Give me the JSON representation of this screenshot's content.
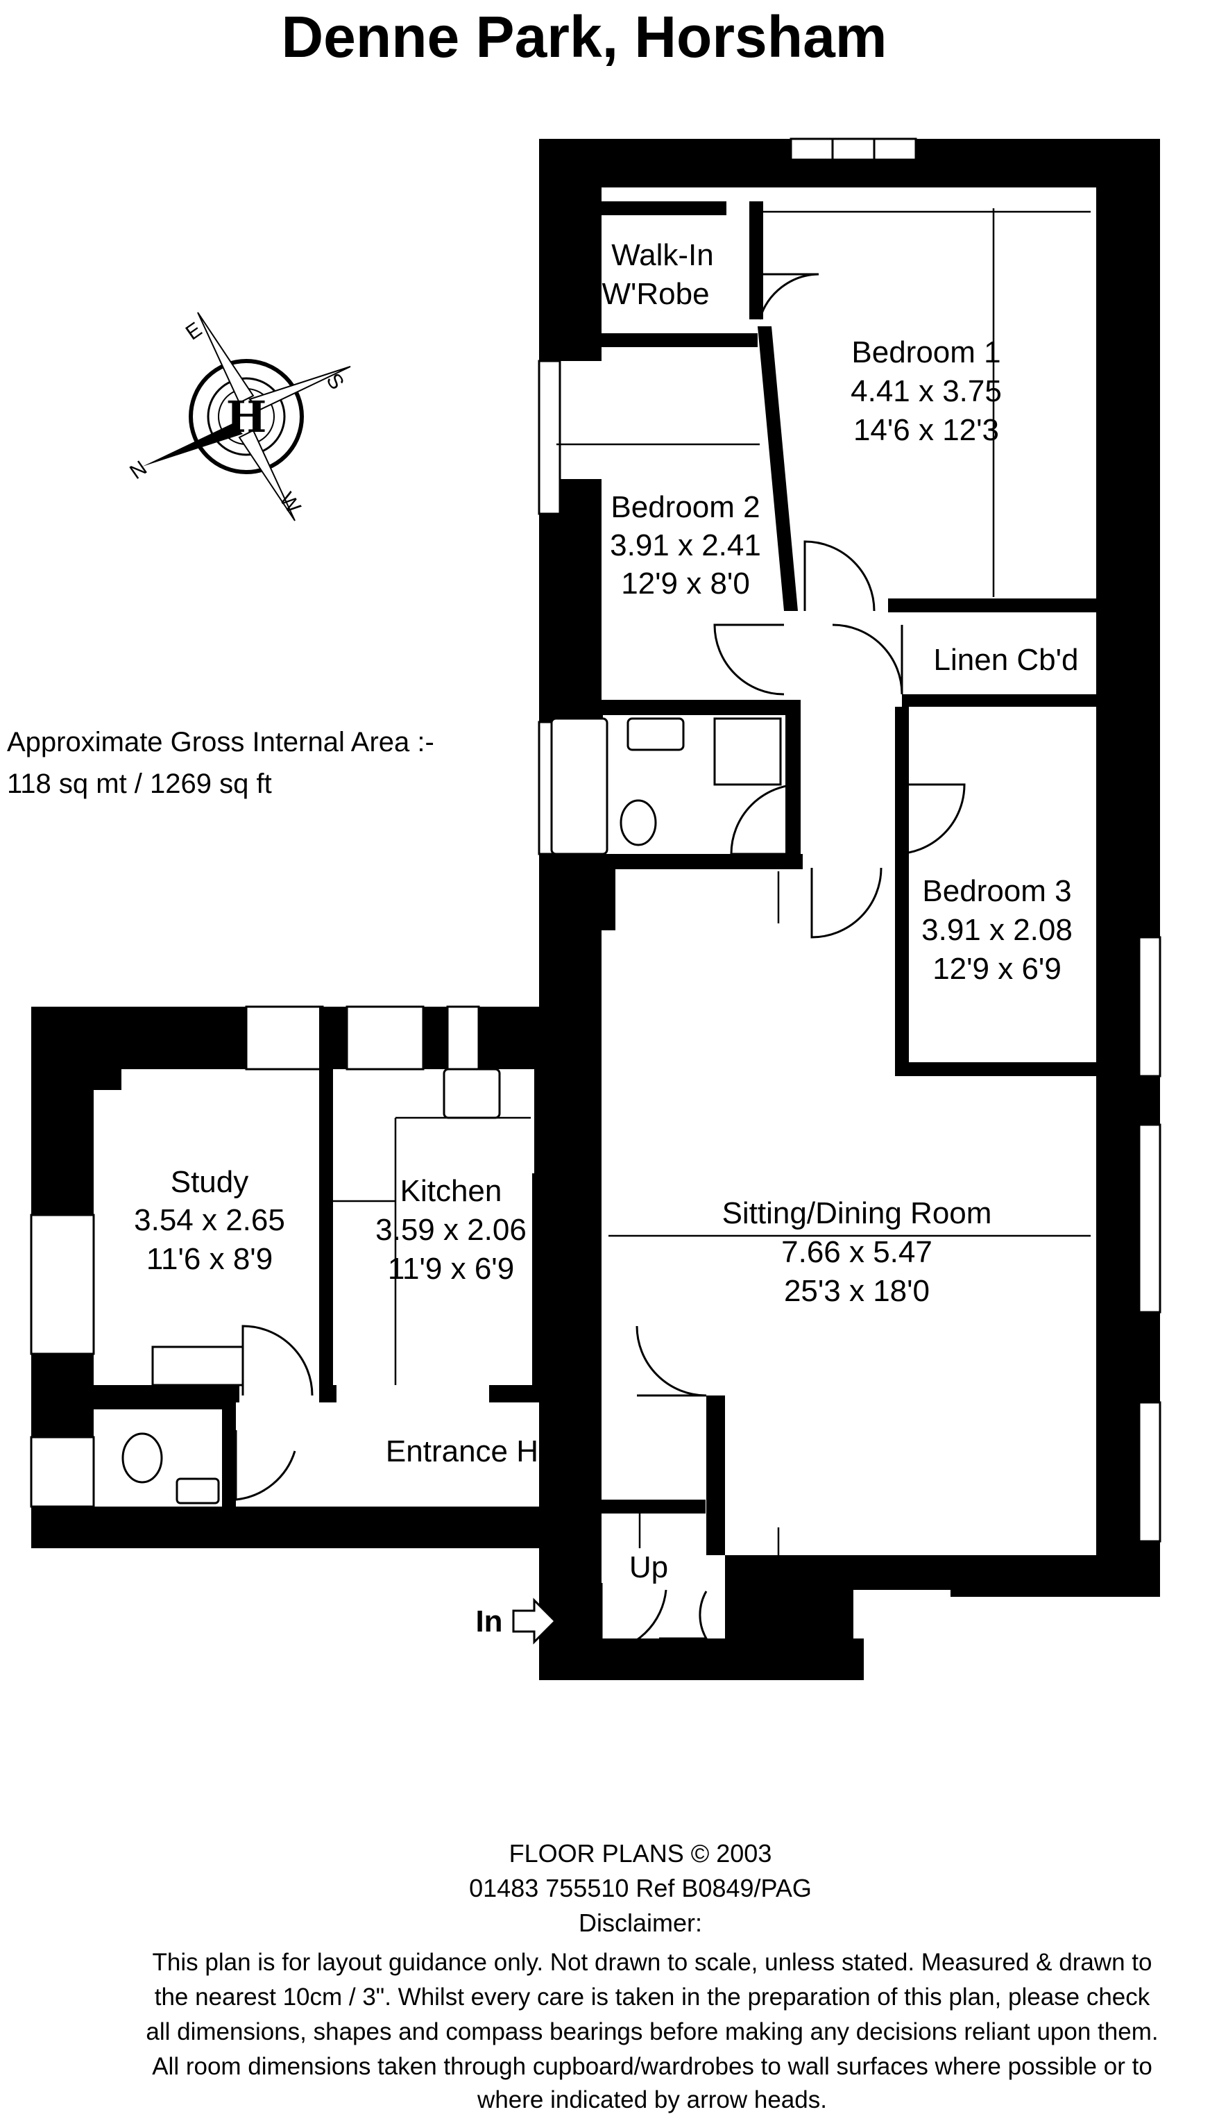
{
  "title": "Denne Park, Horsham",
  "area": {
    "label": "Approximate Gross Internal Area  :-",
    "value": "118 sq mt / 1269 sq ft"
  },
  "rooms": {
    "walkin": {
      "line1": "Walk-In",
      "line2": "W'Robe"
    },
    "bedroom1": {
      "name": "Bedroom 1",
      "metric": "4.41 x 3.75",
      "imperial": "14'6 x 12'3"
    },
    "bedroom2": {
      "name": "Bedroom 2",
      "metric": "3.91 x 2.41",
      "imperial": "12'9 x 8'0"
    },
    "linen": {
      "name": "Linen Cb'd"
    },
    "bedroom3": {
      "name": "Bedroom 3",
      "metric": "3.91 x 2.08",
      "imperial": "12'9 x 6'9"
    },
    "study": {
      "name": "Study",
      "metric": "3.54 x 2.65",
      "imperial": "11'6 x 8'9"
    },
    "kitchen": {
      "name": "Kitchen",
      "metric": "3.59 x 2.06",
      "imperial": "11'9 x 6'9"
    },
    "sitting": {
      "name": "Sitting/Dining Room",
      "metric": "7.66 x 5.47",
      "imperial": "25'3 x 18'0"
    },
    "hall": {
      "name": "Entrance Hall"
    },
    "up": "Up",
    "entry": "In"
  },
  "compass": {
    "letters": [
      "N",
      "E",
      "S",
      "W"
    ],
    "monogram": "H"
  },
  "footer": {
    "line1": "FLOOR PLANS  ©  2003",
    "line2": "01483 755510       Ref   B0849/PAG",
    "line3": "Disclaimer:",
    "disclaimer": [
      "This plan is for layout guidance only. Not drawn to scale, unless stated. Measured & drawn to",
      "the nearest 10cm / 3\". Whilst every care is taken in the preparation of this plan, please check",
      "all dimensions, shapes and compass bearings before making any decisions reliant upon them.",
      "All room dimensions taken through cupboard/wardrobes to wall surfaces where possible or to",
      "where indicated by arrow heads."
    ]
  }
}
